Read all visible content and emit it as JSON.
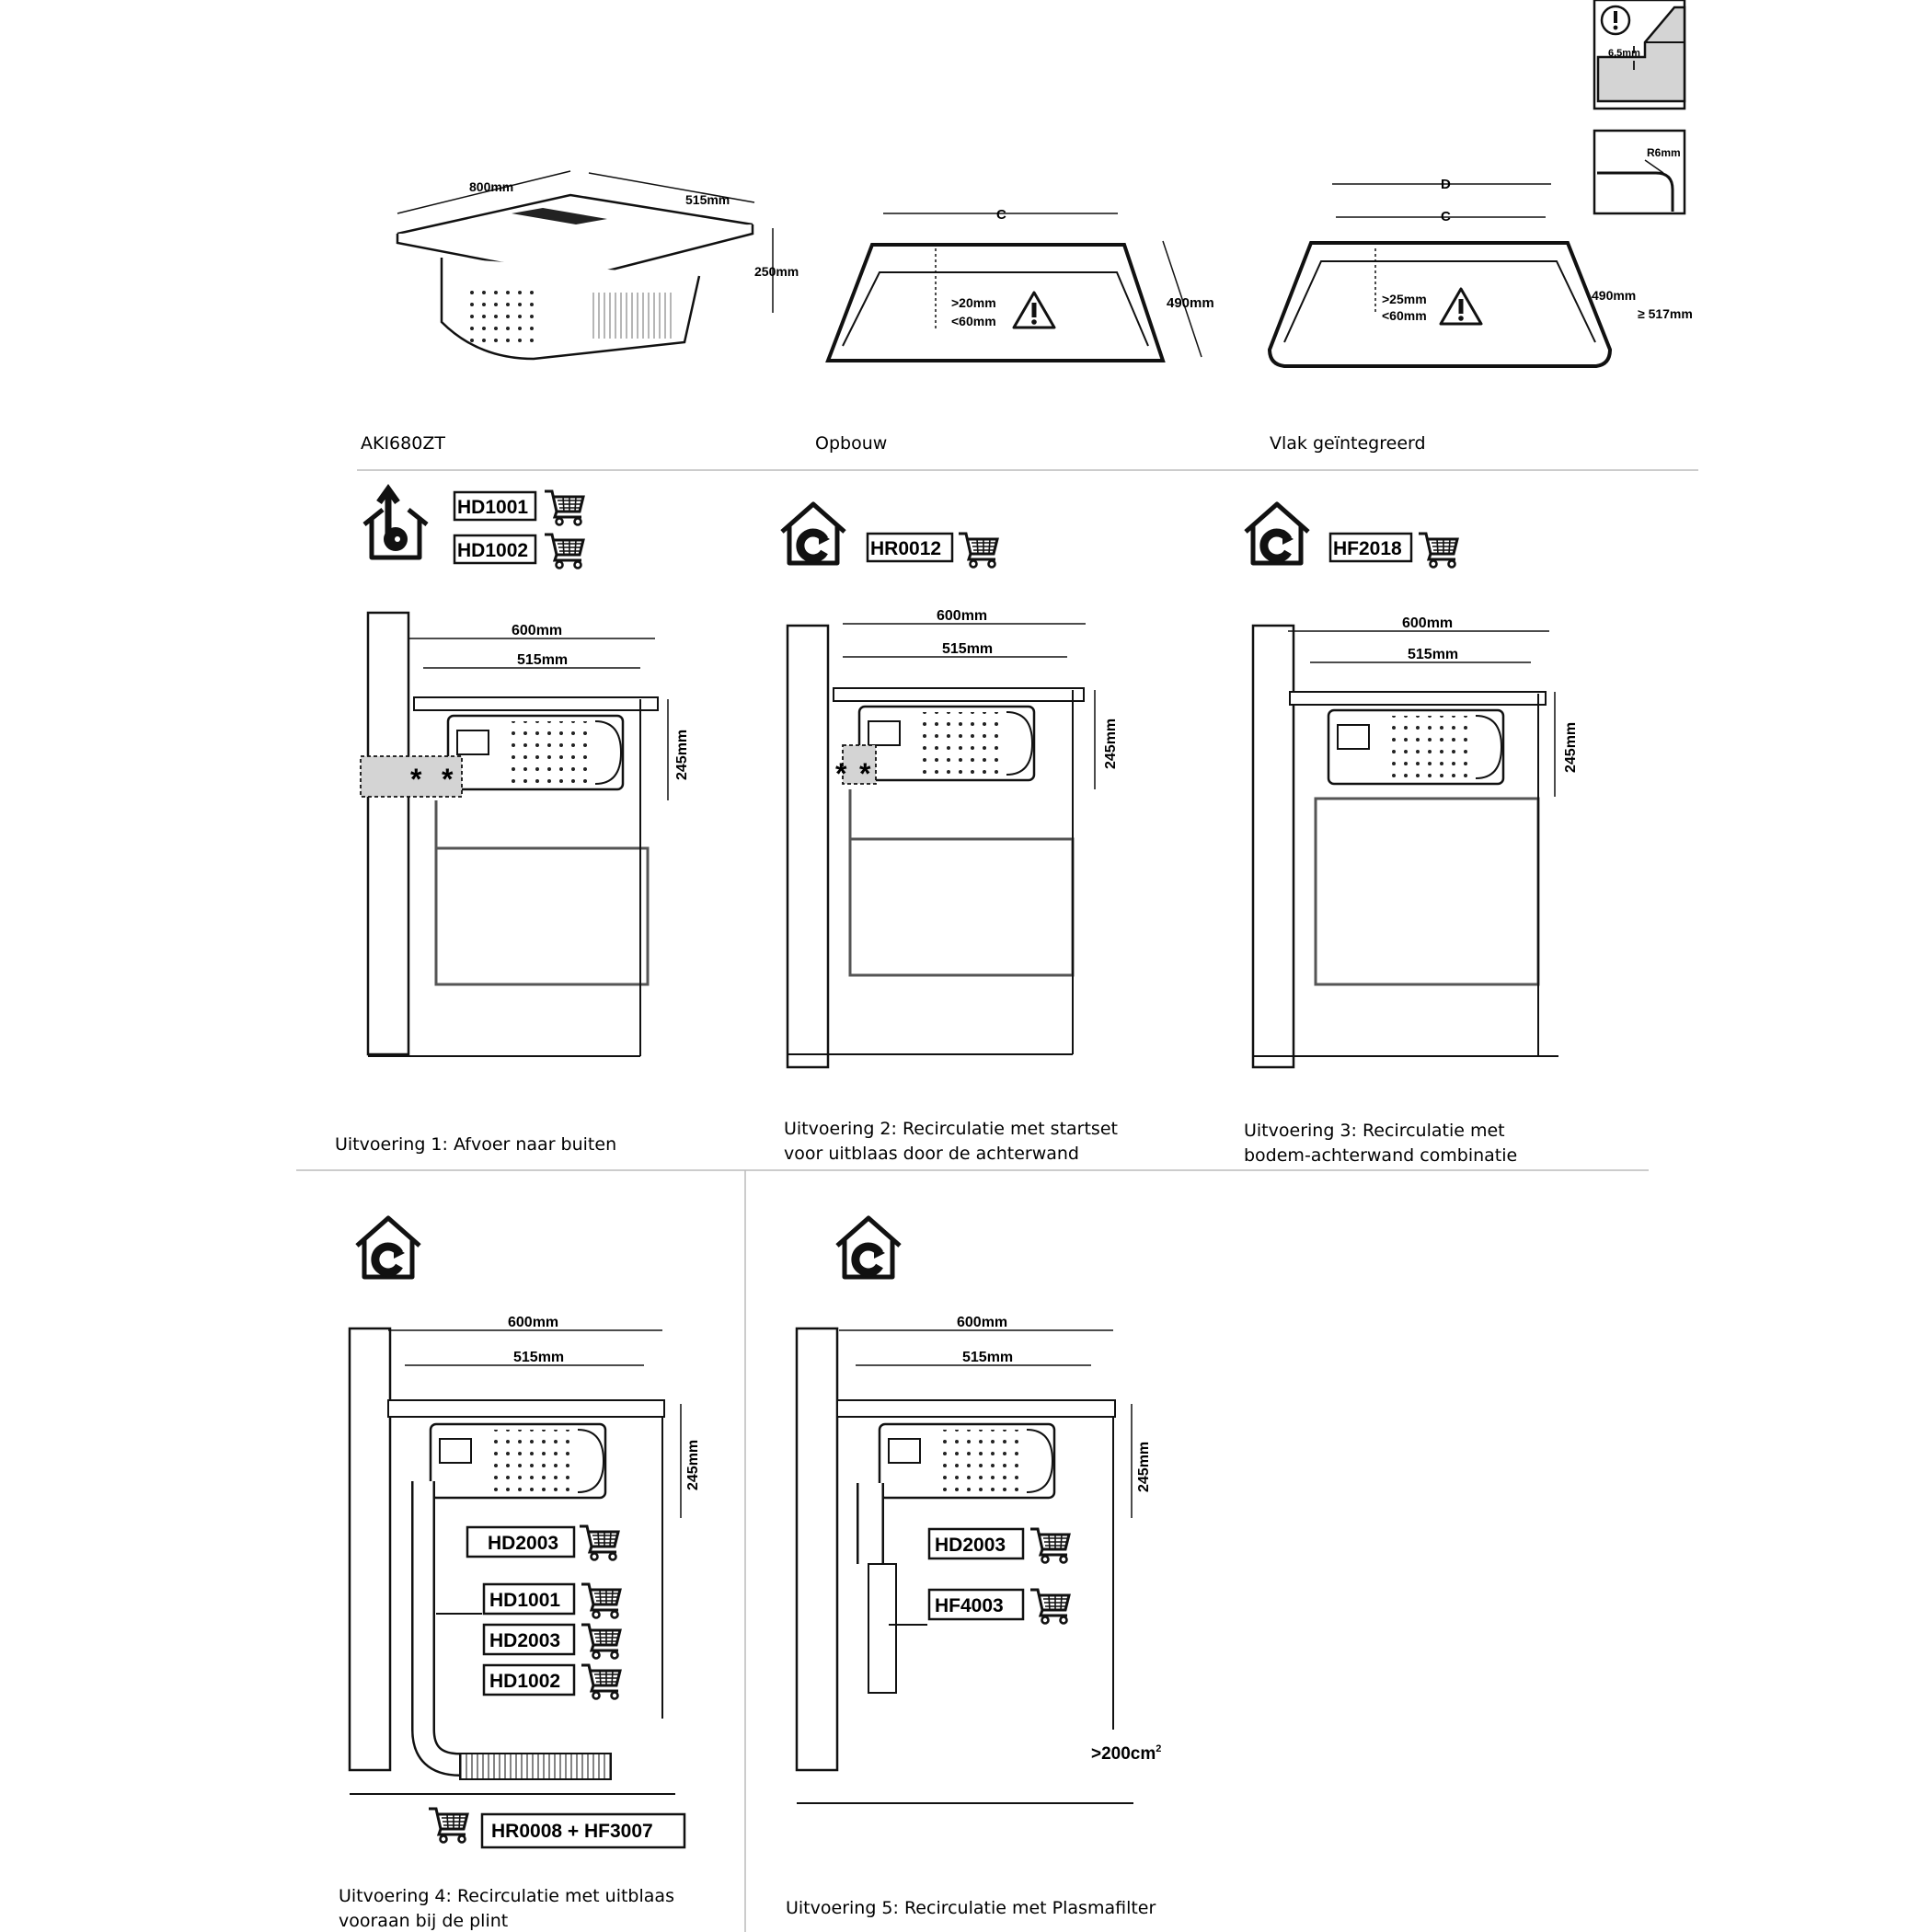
{
  "top_row": {
    "product": {
      "caption": "AKI680ZT",
      "width": "800mm",
      "depth": "515mm",
      "height": "250mm"
    },
    "opbouw": {
      "caption": "Opbouw",
      "width_label": "C",
      "depth": "490mm",
      "gap_min": ">20mm",
      "gap_max": "<60mm"
    },
    "vlak": {
      "caption": "Vlak geïntegreerd",
      "outer_label": "D",
      "width_label": "C",
      "depth": "490mm",
      "outer_depth": "≥ 517mm",
      "gap_min": ">25mm",
      "gap_max": "<60mm",
      "edge_detail": "6,5mm",
      "radius_detail": "R6mm"
    }
  },
  "uitvoeringen": [
    {
      "caption_line1": "Uitvoering 1: Afvoer naar buiten",
      "caption_line2": "",
      "products": [
        "HD1001",
        "HD1002"
      ],
      "width": "600mm",
      "inner": "515mm",
      "height": "245mm"
    },
    {
      "caption_line1": "Uitvoering 2: Recirculatie met startset",
      "caption_line2": "voor uitblaas door de achterwand",
      "products": [
        "HR0012"
      ],
      "width": "600mm",
      "inner": "515mm",
      "height": "245mm"
    },
    {
      "caption_line1": "Uitvoering 3: Recirculatie met",
      "caption_line2": "bodem-achterwand combinatie",
      "products": [
        "HF2018"
      ],
      "width": "600mm",
      "inner": "515mm",
      "height": "245mm"
    },
    {
      "caption_line1": "Uitvoering 4: Recirculatie met uitblaas",
      "caption_line2": "vooraan bij de plint",
      "products": [
        "HD2003",
        "HD1001",
        "HD2003",
        "HD1002"
      ],
      "plinth_product": "HR0008 + HF3007",
      "width": "600mm",
      "inner": "515mm",
      "height": "245mm"
    },
    {
      "caption_line1": "Uitvoering 5: Recirculatie met Plasmafilter",
      "caption_line2": "",
      "products": [
        "HD2003",
        "HF4003"
      ],
      "vent": ">200cm",
      "vent_sup": "2",
      "width": "600mm",
      "inner": "515mm",
      "height": "245mm"
    }
  ],
  "colors": {
    "line": "#111111",
    "shade": "#d4d4d4",
    "frame": "#555555"
  }
}
